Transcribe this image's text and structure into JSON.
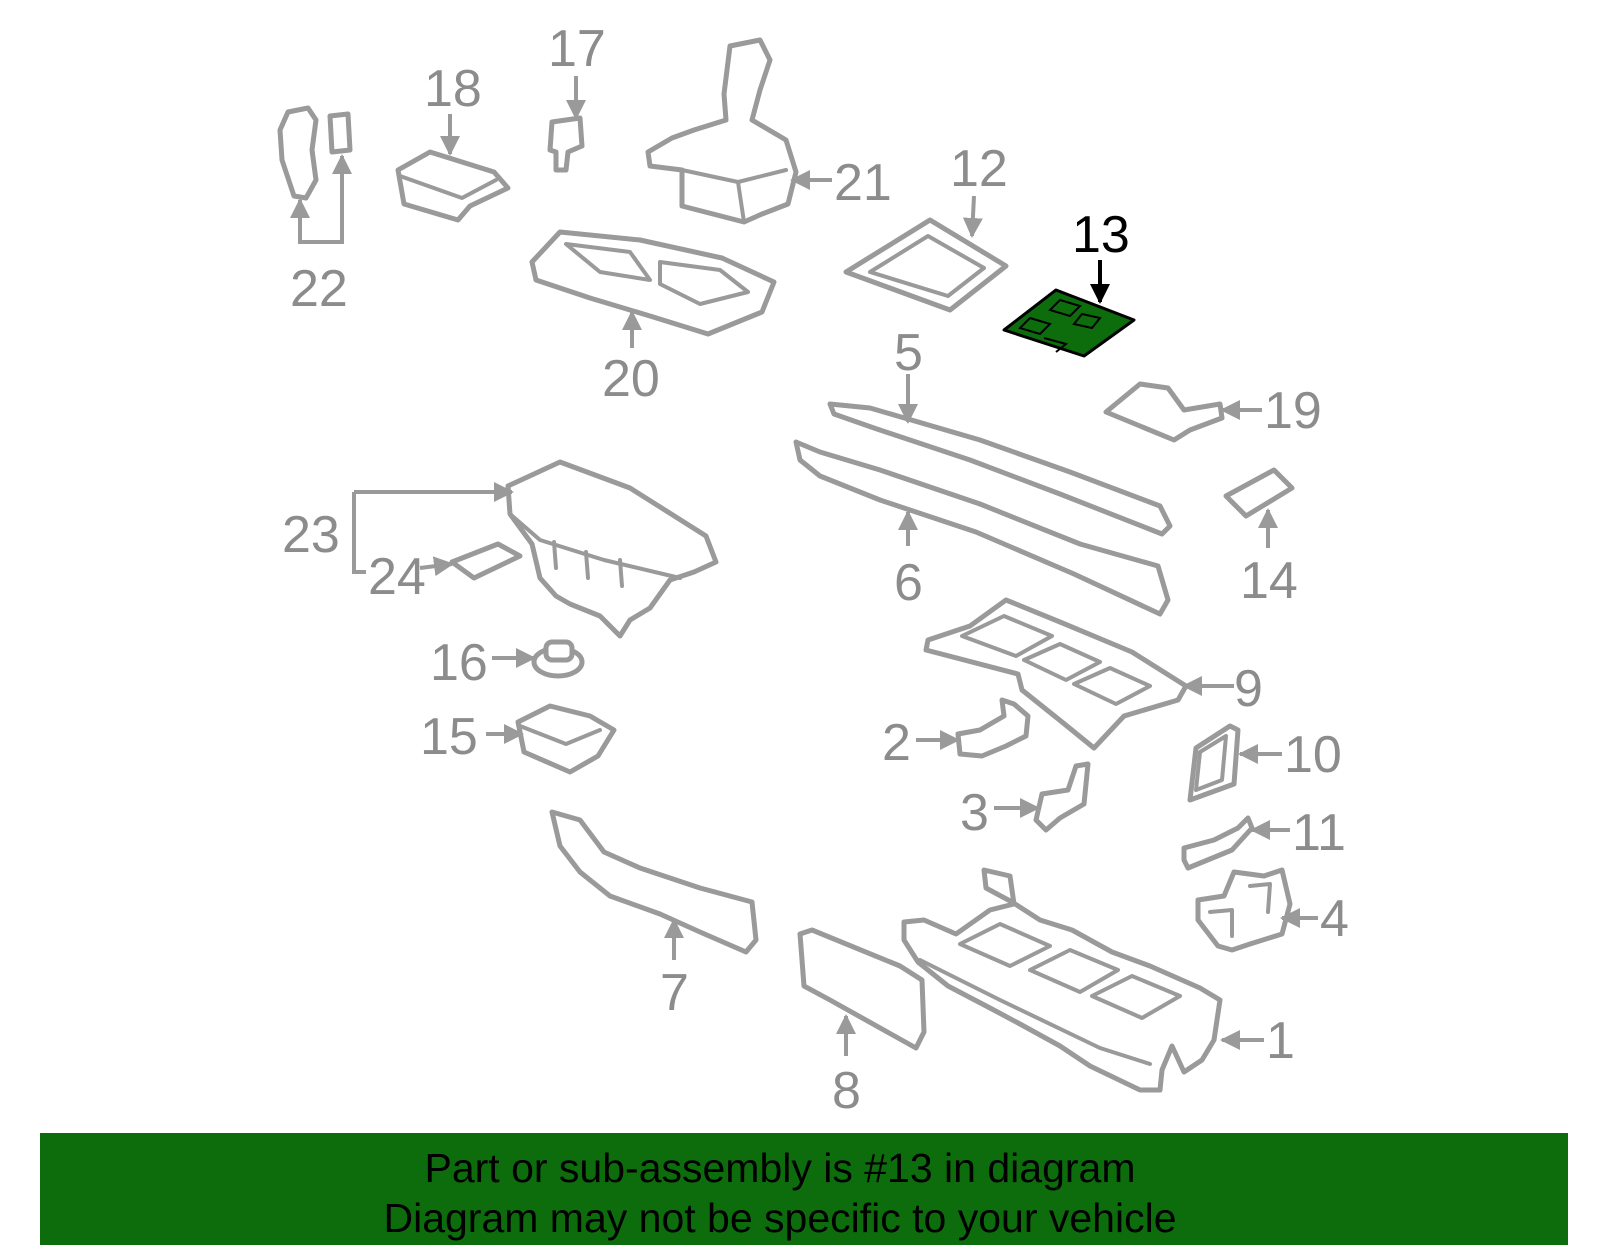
{
  "colors": {
    "part_stroke": "#9a9a9a",
    "highlight_fill": "#0d6d0d",
    "banner_bg": "#0d6d0d",
    "text_dark": "#000000"
  },
  "callouts": [
    "1",
    "2",
    "3",
    "4",
    "5",
    "6",
    "7",
    "8",
    "9",
    "10",
    "11",
    "12",
    "13",
    "14",
    "15",
    "16",
    "17",
    "18",
    "19",
    "20",
    "21",
    "22",
    "23",
    "24"
  ],
  "highlighted_part": "13",
  "banner": {
    "line1": "Part or sub-assembly is #13 in diagram",
    "line2": "Diagram may not be specific to your vehicle"
  }
}
